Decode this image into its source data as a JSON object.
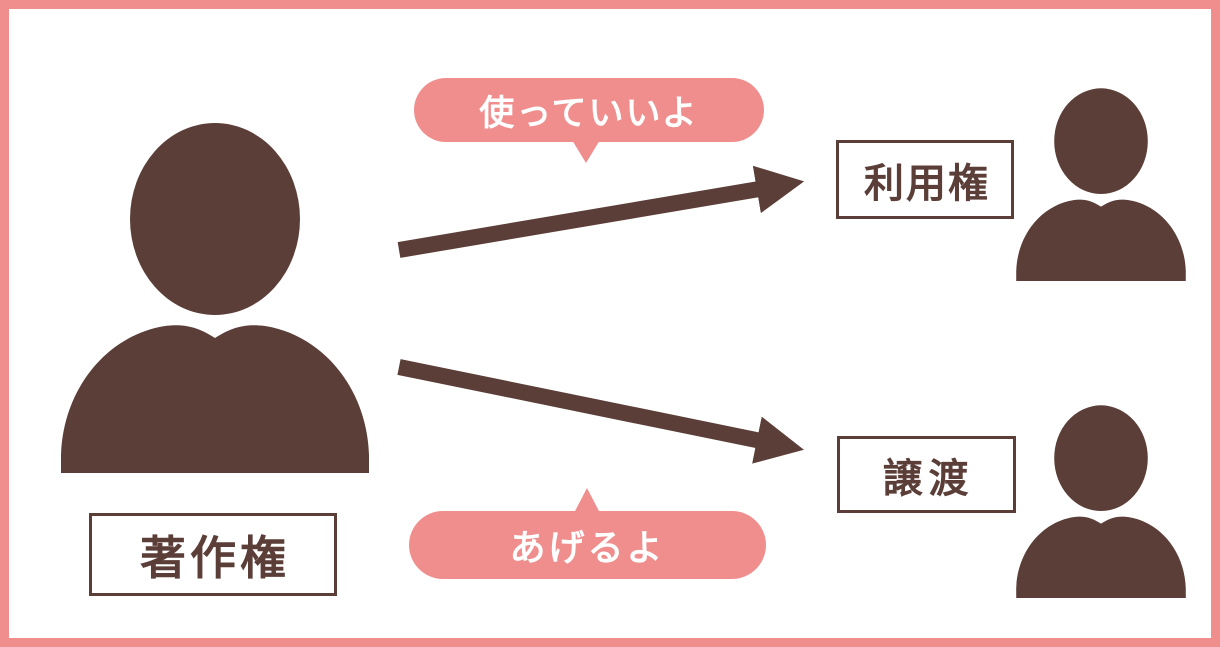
{
  "diagram": {
    "owner": {
      "label": "著作権"
    },
    "top_flow": {
      "bubble": "使っていいよ",
      "target": "利用権"
    },
    "bottom_flow": {
      "bubble": "あげるよ",
      "target": "譲渡"
    },
    "icons": [
      "copyright-holder-person-icon",
      "licensee-person-icon",
      "transferee-person-icon",
      "license-arrow-icon",
      "transfer-arrow-icon"
    ]
  },
  "colors": {
    "brown": "#5b3e38",
    "pink": "#f08e8e",
    "text_on_pink": "#ffffff",
    "background": "#ffffff"
  }
}
